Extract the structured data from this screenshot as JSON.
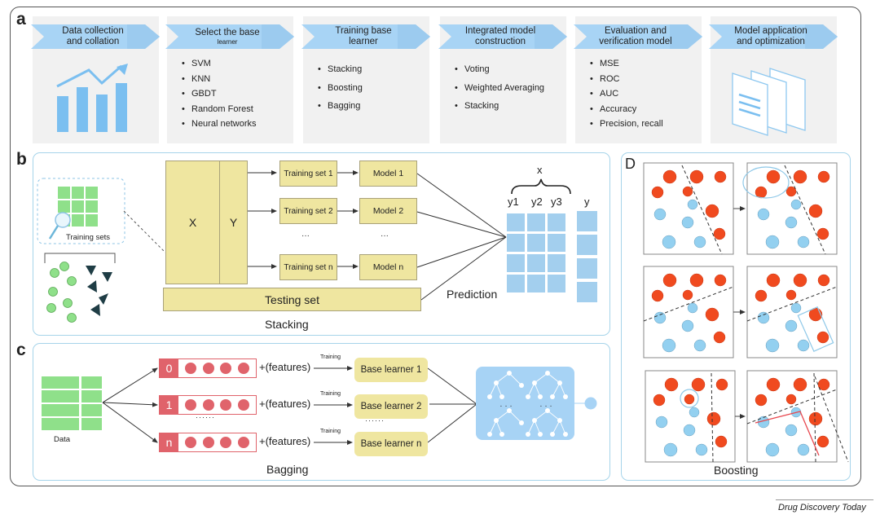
{
  "panels": {
    "a": {
      "letter": "a",
      "steps": [
        {
          "title_line1": "Data collection",
          "title_line2": "and collation",
          "icon": "bar-chart-trend-icon",
          "items": []
        },
        {
          "title_line1": "Select the base",
          "title_line2": "learner",
          "items": [
            "SVM",
            "KNN",
            "GBDT",
            "Random Forest",
            "Neural networks"
          ]
        },
        {
          "title_line1": "Training base",
          "title_line2": "learner",
          "items": [
            "Stacking",
            "Boosting",
            "Bagging"
          ]
        },
        {
          "title_line1": "Integrated model",
          "title_line2": "construction",
          "items": [
            "Voting",
            "Weighted Averaging",
            "Stacking"
          ]
        },
        {
          "title_line1": "Evaluation and",
          "title_line2": "verification model",
          "items": [
            "MSE",
            "ROC",
            "AUC",
            "Accuracy",
            "Precision, recall"
          ]
        },
        {
          "title_line1": "Model application",
          "title_line2": "and optimization",
          "icon": "document-stack-icon",
          "items": []
        }
      ]
    },
    "b": {
      "letter": "b",
      "training_sets_label": "Training sets",
      "x_label": "X",
      "y_label": "Y",
      "training_sets": [
        "Training set 1",
        "Training set 2",
        "Training set n"
      ],
      "models": [
        "Model 1",
        "Model 2",
        "Model n"
      ],
      "ellipsis": "···",
      "testing_set": "Testing set",
      "prediction_label": "Prediction",
      "matrix_brace_label": "x",
      "matrix_columns": [
        "y1",
        "y2",
        "y3"
      ],
      "target_column": "y",
      "caption": "Stacking"
    },
    "c": {
      "letter": "c",
      "data_label": "Data",
      "samples": [
        "0",
        "1",
        "n"
      ],
      "features_label": "+(features)",
      "training_label": "Training",
      "learners": [
        "Base learner 1",
        "Base learner 2",
        "Base learner n"
      ],
      "ellipsis": "······",
      "caption": "Bagging"
    },
    "d": {
      "letter": "D",
      "caption": "Boosting"
    }
  },
  "colors": {
    "banner": "#a8d4f5",
    "step_bg": "#f1f1f1",
    "yellow_box": "#efe6a0",
    "green": "#8fe08a",
    "red_dot": "#f04a1f",
    "blue_dot": "#93d0f0",
    "sample_red": "#e0636b",
    "matrix_blue": "#a3cfee"
  },
  "footer": "Drug Discovery Today"
}
